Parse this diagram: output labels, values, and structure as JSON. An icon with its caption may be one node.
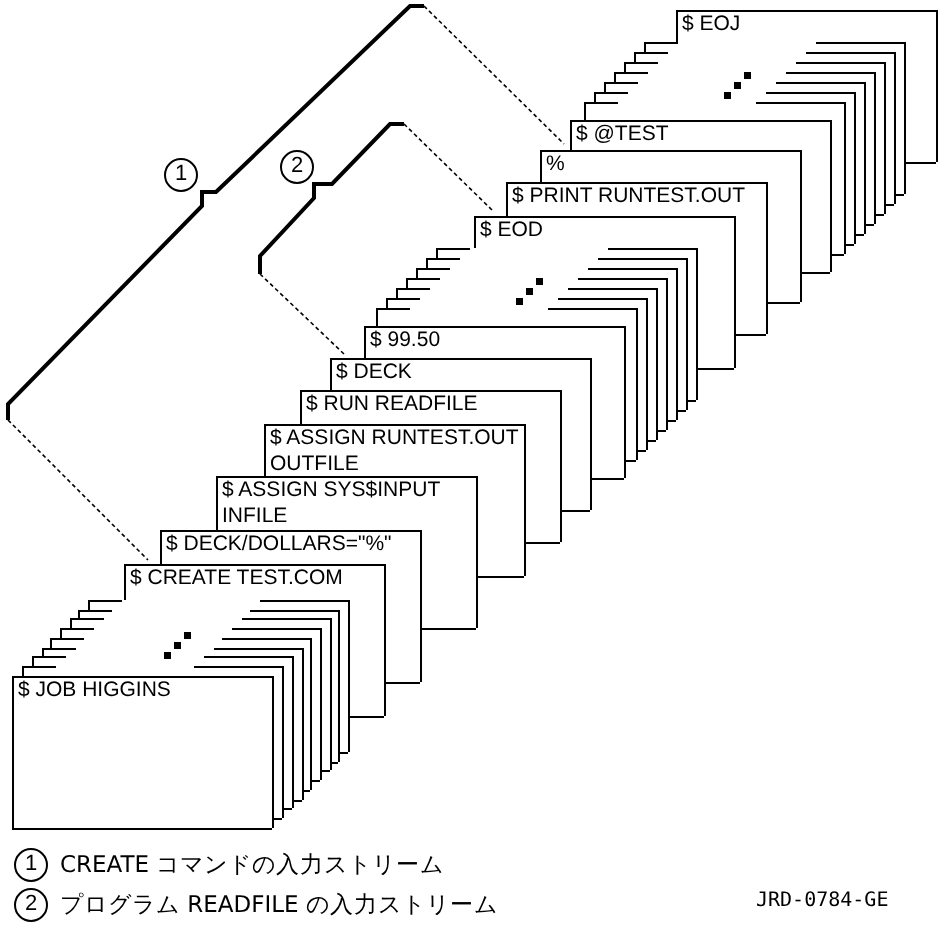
{
  "diagram": {
    "nodes": [
      {
        "text": [
          "$ EOJ"
        ]
      },
      {
        "text": [],
        "shape": "box"
      },
      {
        "text": [],
        "shape": "box"
      },
      {
        "text": [],
        "shape": "box"
      },
      {
        "text": [],
        "shape": "box"
      },
      {
        "text": [],
        "shape": "box"
      },
      {
        "text": [],
        "shape": "box"
      },
      {
        "text": [],
        "shape": "box"
      },
      {
        "text": [
          "$ @TEST"
        ]
      },
      {
        "text": [
          "%"
        ]
      },
      {
        "text": [
          "$ PRINT RUNTEST.OUT"
        ]
      },
      {
        "text": [
          "$ EOD"
        ]
      },
      {
        "text": [],
        "shape": "box"
      },
      {
        "text": [],
        "shape": "box"
      },
      {
        "text": [],
        "shape": "box"
      },
      {
        "text": [],
        "shape": "box"
      },
      {
        "text": [],
        "shape": "box"
      },
      {
        "text": [],
        "shape": "box"
      },
      {
        "text": [],
        "shape": "box"
      },
      {
        "text": [
          "$ 99.50"
        ]
      },
      {
        "text": [
          "$ DECK"
        ]
      },
      {
        "text": [
          "$ RUN READFILE"
        ]
      },
      {
        "text": [
          "$ ASSIGN RUNTEST.OUT OUTFILE"
        ]
      },
      {
        "text": [
          "$ ASSIGN SYS$INPUT INFILE"
        ]
      },
      {
        "text": [
          "$ DECK/DOLLARS=\"%\""
        ]
      },
      {
        "text": [
          "$ CREATE TEST.COM"
        ]
      },
      {
        "text": [],
        "shape": "box"
      },
      {
        "text": [],
        "shape": "box"
      },
      {
        "text": [],
        "shape": "box"
      },
      {
        "text": [],
        "shape": "box"
      },
      {
        "text": [],
        "shape": "box"
      },
      {
        "text": [],
        "shape": "box"
      },
      {
        "text": [],
        "shape": "box"
      },
      {
        "text": [],
        "shape": "box"
      },
      {
        "text": [
          "$ JOB HIGGINS"
        ]
      }
    ],
    "labels": [
      "1",
      "2",
      "1",
      "CREATE コマンドの入力ストリーム",
      "2",
      "プログラム READFILE の入力ストリーム",
      "JRD-0784-GE"
    ]
  }
}
